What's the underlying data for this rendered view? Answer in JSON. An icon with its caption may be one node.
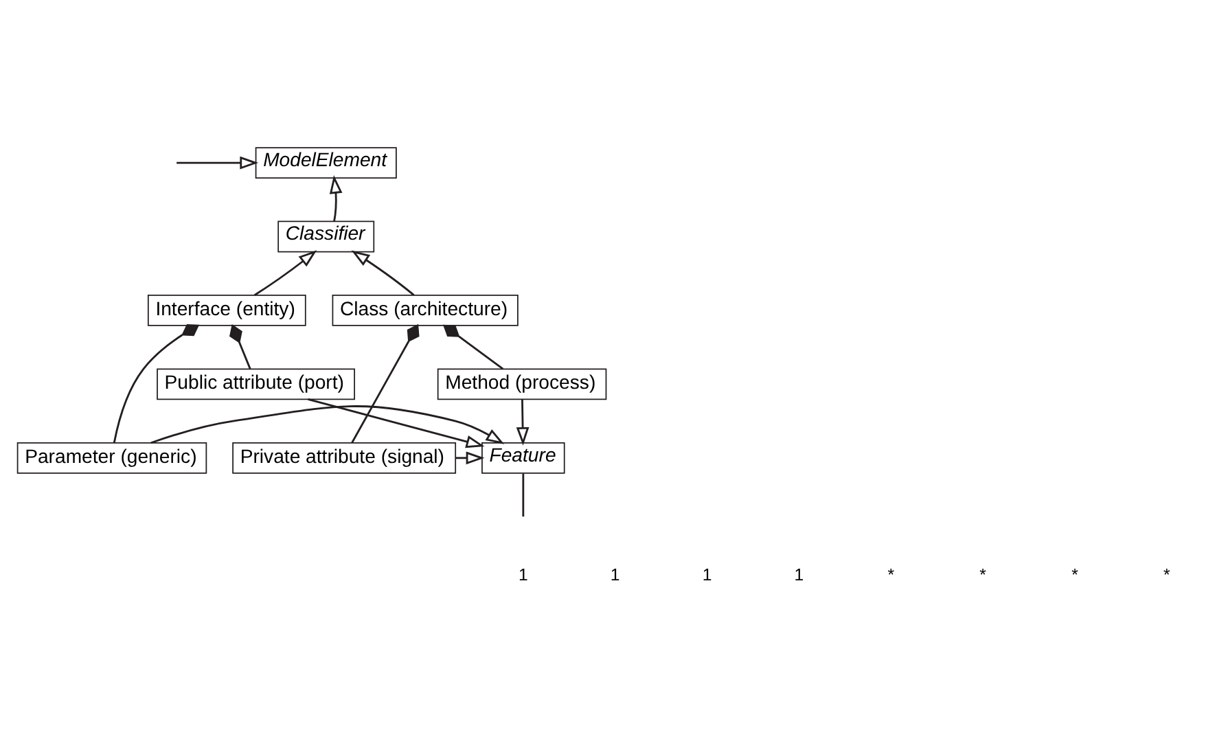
{
  "diagram": {
    "nodes": [
      {
        "text": [
          "ModelElement"
        ]
      },
      {
        "text": [
          "Classifier"
        ]
      },
      {
        "text": [
          "Interface (entity)"
        ]
      },
      {
        "text": [
          "Class (architecture)"
        ]
      },
      {
        "text": [
          "Public attribute (port)"
        ]
      },
      {
        "text": [
          "Method (process)"
        ]
      },
      {
        "text": [
          "Parameter (generic)"
        ]
      },
      {
        "text": [
          "Feature"
        ]
      },
      {
        "text": [
          "Private attribute (signal)"
        ]
      }
    ],
    "edges": [
      {
        "from": null,
        "to": 0,
        "arrow": "to"
      },
      {
        "from": 1,
        "to": 0,
        "arrow": "to"
      },
      {
        "from": 2,
        "to": 1,
        "arrow": "to"
      },
      {
        "from": 3,
        "to": 1,
        "arrow": "to"
      },
      {
        "from": 2,
        "to": 6,
        "arrow": "other"
      },
      {
        "from": 3,
        "to": 8,
        "arrow": "other"
      },
      {
        "from": 2,
        "to": 4,
        "arrow": "other"
      },
      {
        "from": 3,
        "to": 5,
        "arrow": "other"
      },
      {
        "from": 4,
        "to": 7,
        "arrow": "to"
      },
      {
        "from": 5,
        "to": 7,
        "arrow": "to"
      },
      {
        "from": 6,
        "to": 7,
        "arrow": "to"
      },
      {
        "from": 8,
        "to": 7,
        "arrow": "to"
      },
      {
        "from": 7,
        "to": null,
        "arrow": "none"
      }
    ],
    "labels": [
      "1",
      "1",
      "1",
      "1",
      "*",
      "*",
      "*",
      "*"
    ]
  }
}
